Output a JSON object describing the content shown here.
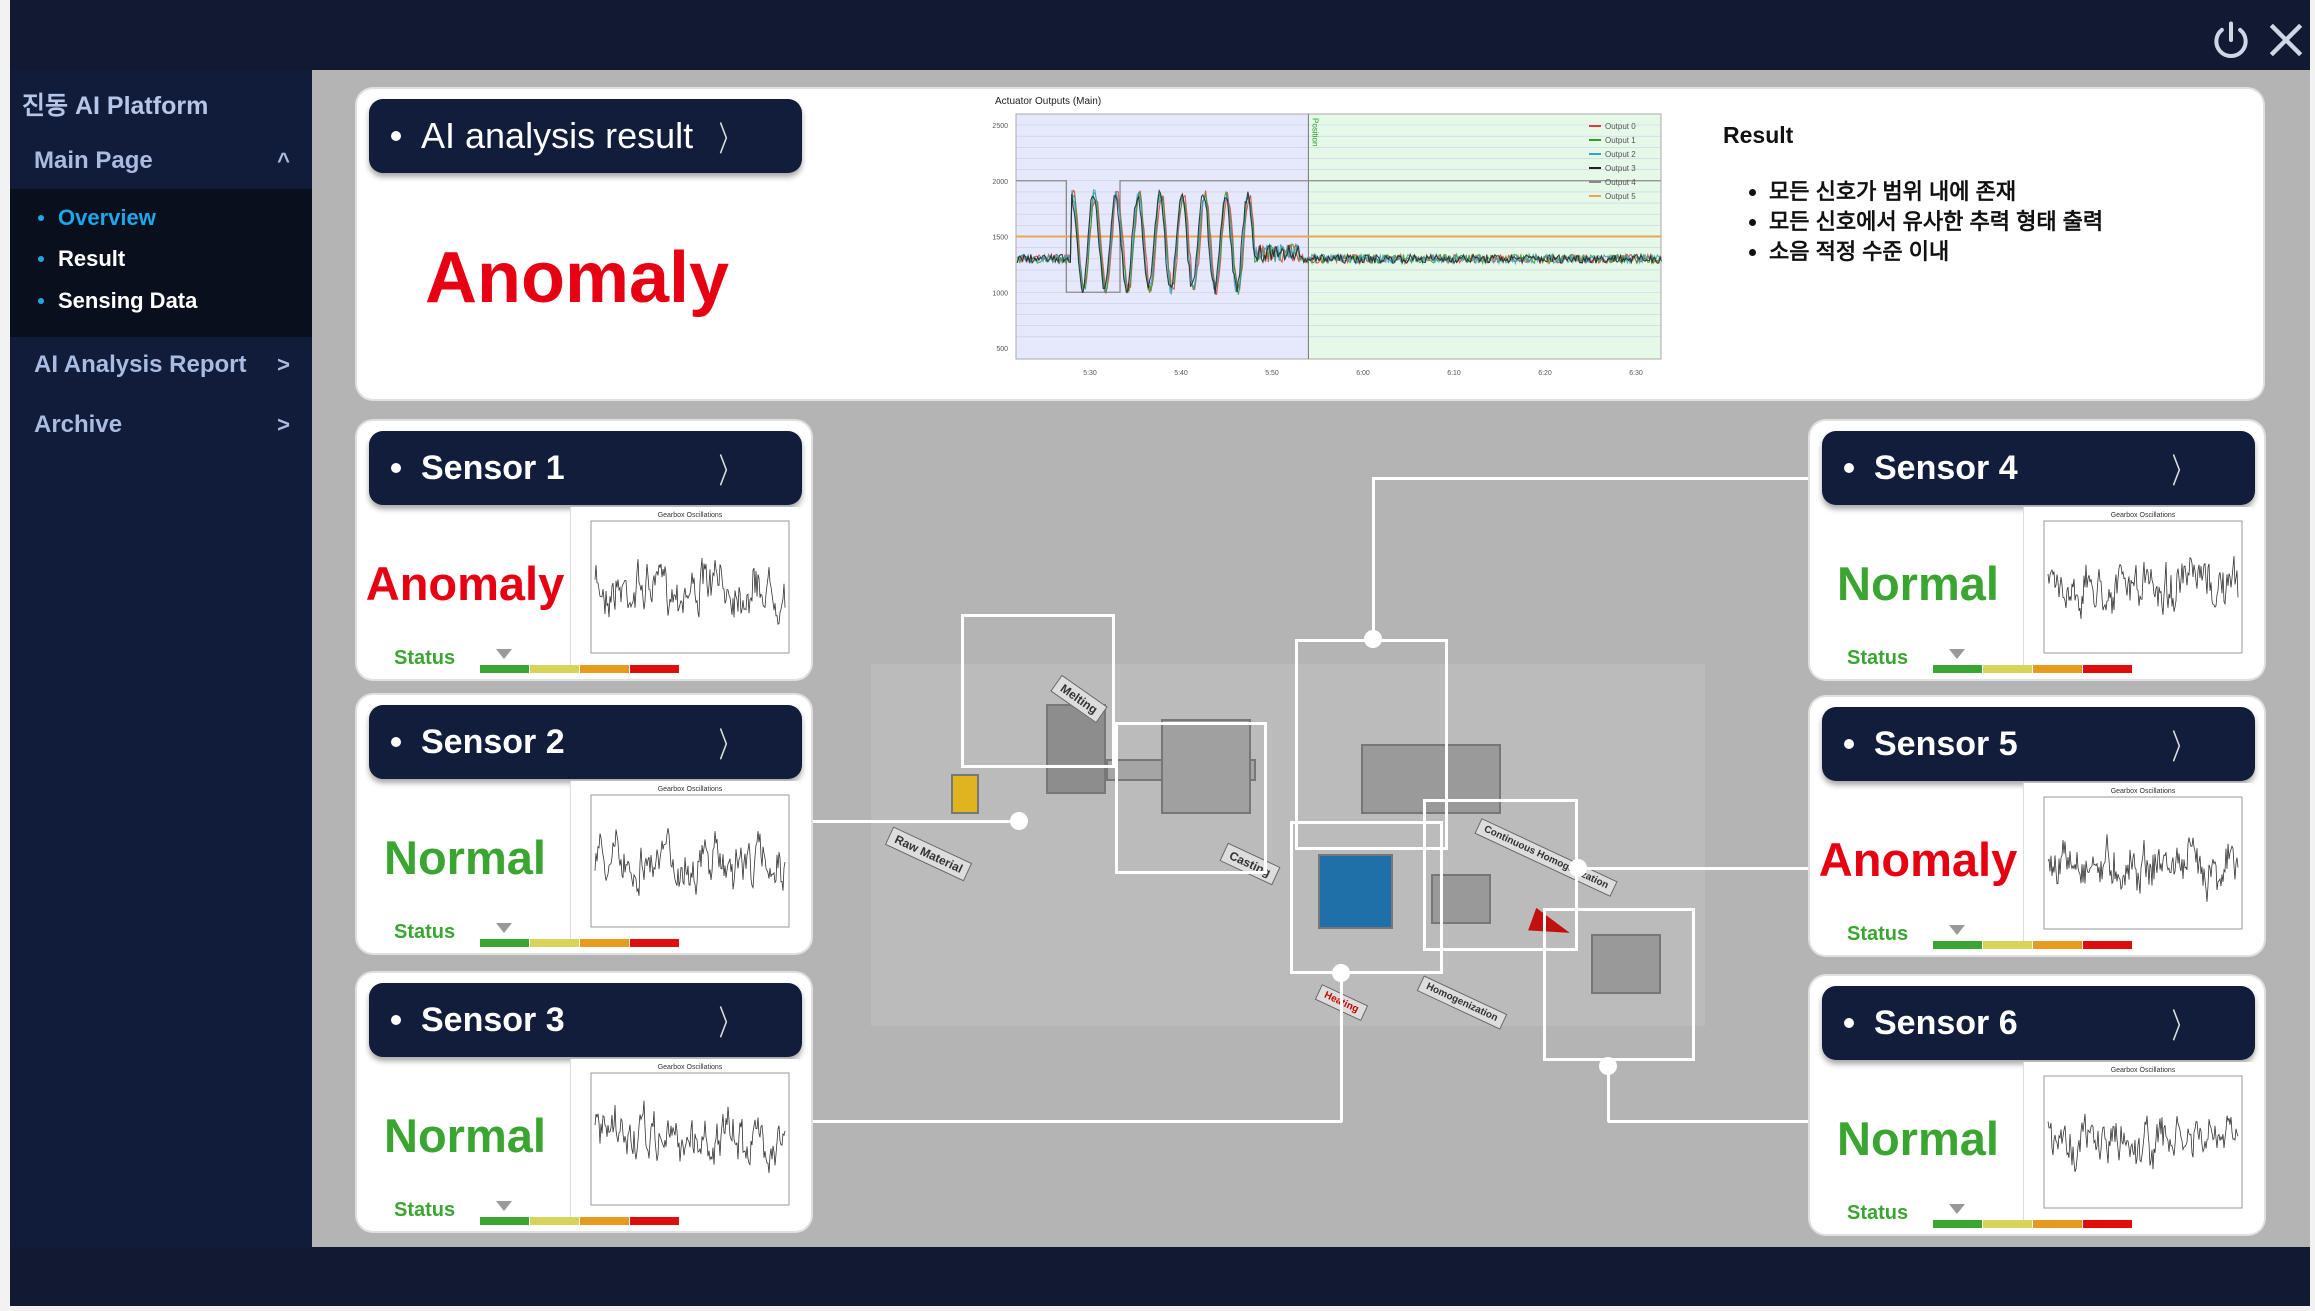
{
  "window": {
    "power_icon": "power-icon",
    "close_icon": "close-icon"
  },
  "sidebar": {
    "brand": "진동 AI Platform",
    "main_page": {
      "label": "Main Page",
      "chev": "^"
    },
    "sub_items": [
      {
        "label": "Overview",
        "active": true
      },
      {
        "label": "Result"
      },
      {
        "label": "Sensing Data"
      }
    ],
    "ai_report": {
      "label": "AI Analysis Report",
      "chev": ">"
    },
    "archive": {
      "label": "Archive",
      "chev": ">"
    }
  },
  "summary": {
    "header": "AI analysis result",
    "chev": "〉",
    "status": "Anomaly",
    "status_color": "#e60012",
    "result_title": "Result",
    "result_items": [
      "모든 신호가 범위 내에 존재",
      "모든 신호에서 유사한 추력 형태 출력",
      "소음 적정 수준 이내"
    ]
  },
  "main_chart": {
    "title": "Actuator Outputs (Main)",
    "y_ticks": [
      "2500",
      "2000",
      "1500",
      "1000",
      "500"
    ],
    "x_ticks": [
      "5:30",
      "5:40",
      "5:50",
      "6:00",
      "6:10",
      "6:20",
      "6:30"
    ],
    "marker": "Position",
    "legend": [
      {
        "name": "Output 0",
        "color": "#e03a3a"
      },
      {
        "name": "Output 1",
        "color": "#2ca02c"
      },
      {
        "name": "Output 2",
        "color": "#3a9fc8"
      },
      {
        "name": "Output 3",
        "color": "#222222"
      },
      {
        "name": "Output 4",
        "color": "#8a8a8a"
      },
      {
        "name": "Output 5",
        "color": "#e8a55a"
      }
    ]
  },
  "sensors": [
    {
      "name": "Sensor 1",
      "status": "Anomaly",
      "color": "#e60012"
    },
    {
      "name": "Sensor 2",
      "status": "Normal",
      "color": "#3aa531"
    },
    {
      "name": "Sensor 3",
      "status": "Normal",
      "color": "#3aa531"
    },
    {
      "name": "Sensor 4",
      "status": "Normal",
      "color": "#3aa531"
    },
    {
      "name": "Sensor 5",
      "status": "Anomaly",
      "color": "#e60012"
    },
    {
      "name": "Sensor 6",
      "status": "Normal",
      "color": "#3aa531"
    }
  ],
  "sensor_common": {
    "status_label": "Status",
    "chev": "〉",
    "mini_title": "Gearbox Oscillations",
    "level_colors": [
      "#3aa531",
      "#d8d45a",
      "#e69a1e",
      "#e00d0d"
    ],
    "indicator_level": 0.12
  },
  "diagram_labels": [
    "Raw Material",
    "Melting",
    "Casting",
    "Homogenization",
    "Continuous Homogenization",
    "Heating"
  ]
}
